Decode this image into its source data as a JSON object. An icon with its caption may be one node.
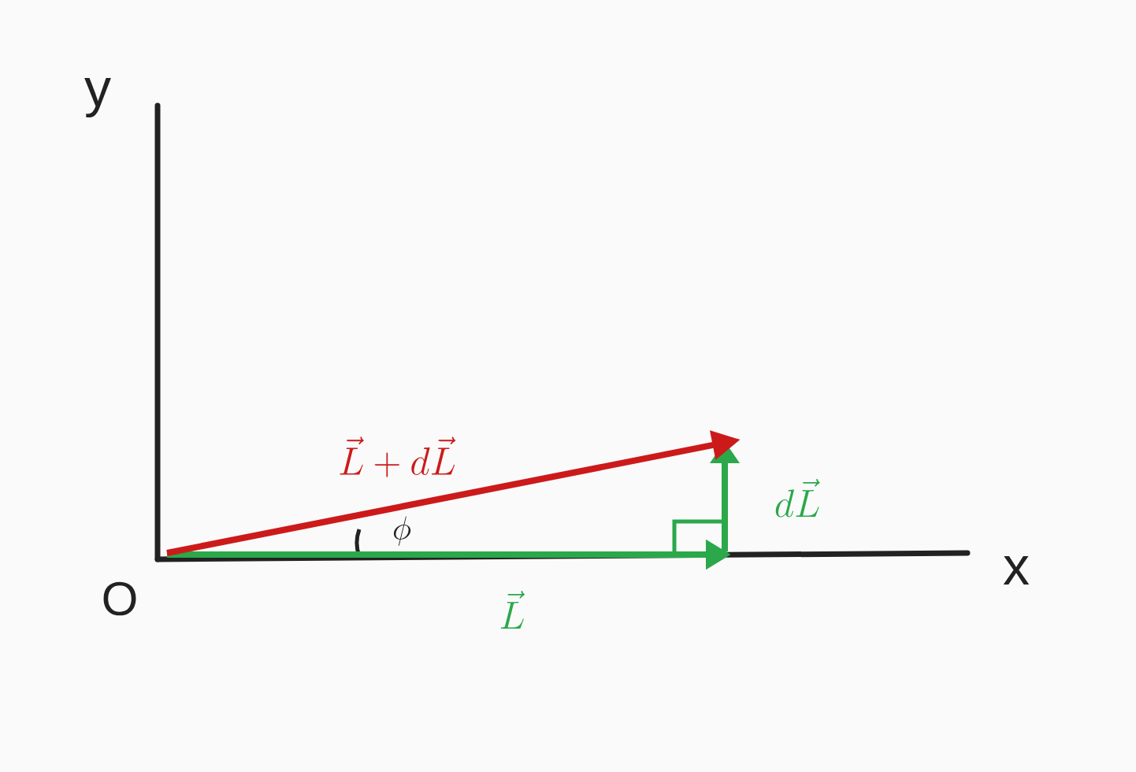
{
  "diagram": {
    "labels": [
      "y",
      "x",
      "O",
      "\\vec{L}+d\\vec{L}",
      "\\phi",
      "d\\vec{L}",
      "\\vec{L}"
    ]
  }
}
